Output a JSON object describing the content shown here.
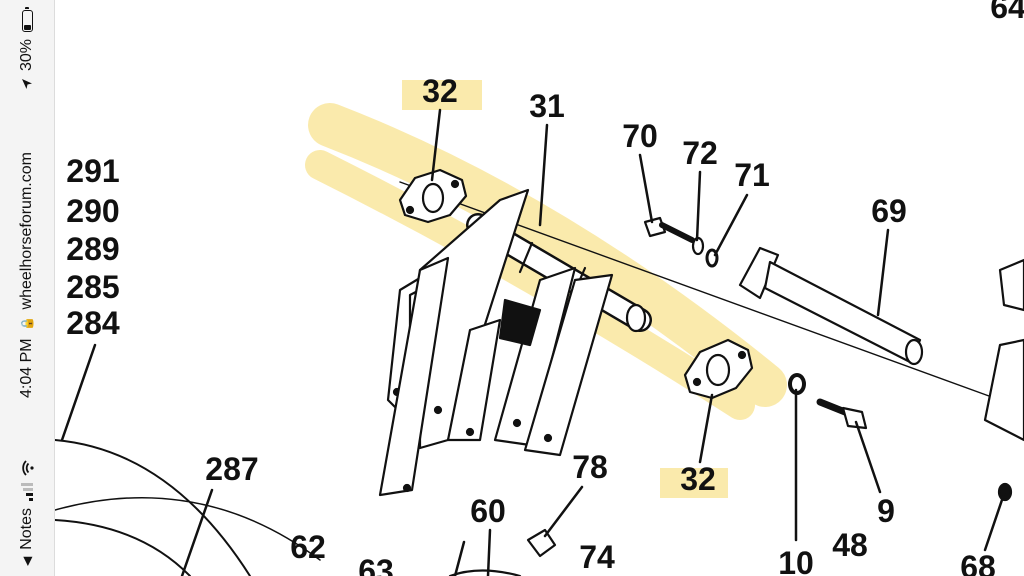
{
  "status_bar": {
    "back_app_label": "Notes",
    "url": "wheelhorseforum.com",
    "time": "4:04 PM",
    "battery_percent": "30%",
    "battery_level": 0.3,
    "icons": [
      "back-chevron-icon",
      "signal-icon",
      "wifi-icon",
      "lock-icon",
      "location-arrow-icon",
      "battery-icon"
    ]
  },
  "diagram": {
    "highlight_color": "#f5d24a",
    "callouts": {
      "c64": "64",
      "c32_top": "32",
      "c31": "31",
      "c70": "70",
      "c72": "72",
      "c71": "71",
      "c69": "69",
      "c291": "291",
      "c290": "290",
      "c289": "289",
      "c285": "285",
      "c284": "284",
      "c287": "287",
      "c78": "78",
      "c60": "60",
      "c62": "62",
      "c63": "63",
      "c74": "74",
      "c32_bottom": "32",
      "c9": "9",
      "c10": "10",
      "c48": "48",
      "c68": "68"
    }
  }
}
